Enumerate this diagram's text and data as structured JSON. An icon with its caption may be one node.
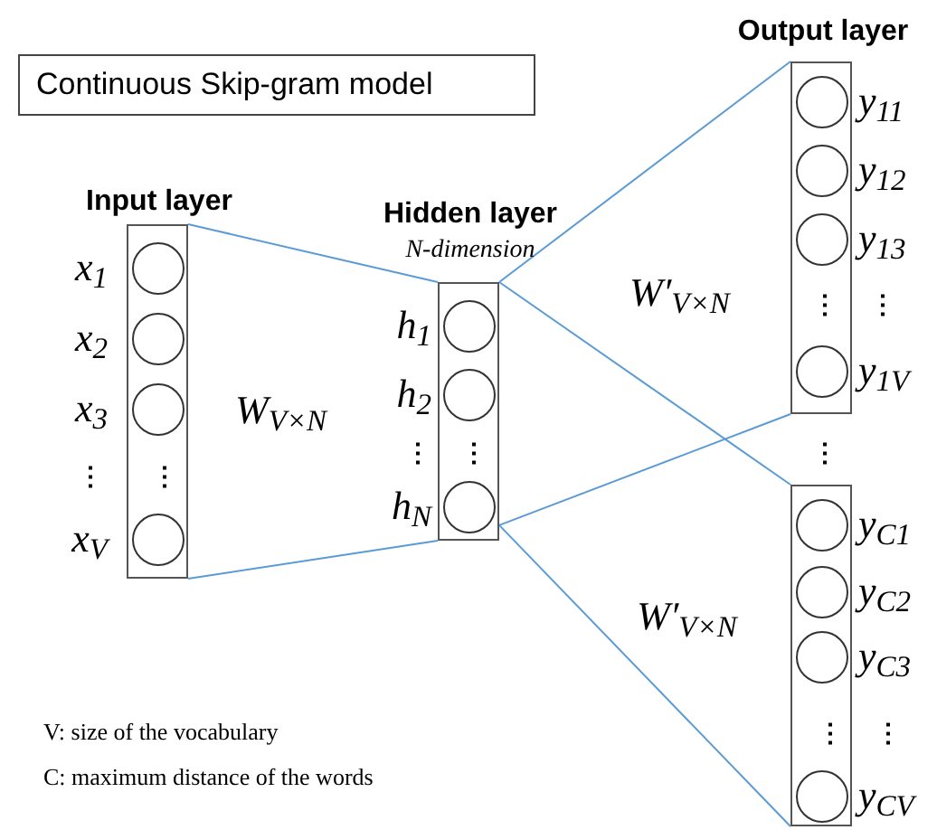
{
  "diagram": {
    "nodes": [
      {
        "text": [
          "Continuous Skip-gram model"
        ]
      },
      {
        "text": [
          "Input layer"
        ]
      },
      {
        "text": [],
        "shape": "circle",
        "in": 1,
        "beside": [
          "x$_{1}$"
        ]
      },
      {
        "text": [],
        "shape": "circle",
        "in": 1,
        "beside": [
          "x$_{2}$"
        ]
      },
      {
        "text": [],
        "shape": "circle",
        "in": 1,
        "beside": [
          "x$_{3}$"
        ]
      },
      {
        "text": [],
        "shape": "circle",
        "in": 1,
        "beside": [
          "x$_{V}$"
        ]
      },
      {
        "text": [
          "Hidden layer",
          "N-dimension"
        ]
      },
      {
        "text": [],
        "shape": "circle",
        "in": 6,
        "beside": [
          "h$_{1}$"
        ]
      },
      {
        "text": [],
        "shape": "circle",
        "in": 6,
        "beside": [
          "h$_{2}$"
        ]
      },
      {
        "text": [],
        "shape": "circle",
        "in": 6,
        "beside": [
          "h$_{N}$"
        ]
      },
      {
        "text": [
          "Output layer"
        ]
      },
      {
        "text": [],
        "shape": "circle",
        "in": 10,
        "beside": [
          "y$_{11}$"
        ]
      },
      {
        "text": [],
        "shape": "circle",
        "in": 10,
        "beside": [
          "y$_{12}$"
        ]
      },
      {
        "text": [],
        "shape": "circle",
        "in": 10,
        "beside": [
          "y$_{13}$"
        ]
      },
      {
        "text": [],
        "shape": "circle",
        "in": 10,
        "beside": [
          "y$_{1V}$"
        ]
      },
      {
        "text": [],
        "shape": "box"
      },
      {
        "text": [],
        "shape": "circle",
        "in": 15,
        "beside": [
          "y$_{C1}$"
        ]
      },
      {
        "text": [],
        "shape": "circle",
        "in": 15,
        "beside": [
          "y$_{C2}$"
        ]
      },
      {
        "text": [],
        "shape": "circle",
        "in": 15,
        "beside": [
          "y$_{C3}$"
        ]
      },
      {
        "text": [],
        "shape": "circle",
        "in": 15,
        "beside": [
          "y$_{CV}$"
        ]
      }
    ],
    "edges": [
      {
        "from": 1,
        "to": 6,
        "arrow": "none"
      },
      {
        "from": 1,
        "to": 6,
        "arrow": "none"
      },
      {
        "from": 6,
        "to": 10,
        "arrow": "none"
      },
      {
        "from": 6,
        "to": 15,
        "arrow": "none"
      },
      {
        "from": 6,
        "to": 10,
        "arrow": "none"
      },
      {
        "from": 6,
        "to": 15,
        "arrow": "none"
      }
    ],
    "labels": [
      "W′$_{V×N}$",
      "⋮",
      "⋮",
      "W$_{V×N}$",
      "⋮",
      "⋮",
      "⋮",
      "⋮",
      "⋮",
      "W′$_{V×N}$",
      "V: size of the vocabulary",
      "⋮",
      "⋮",
      "C: maximum distance of the words"
    ]
  }
}
